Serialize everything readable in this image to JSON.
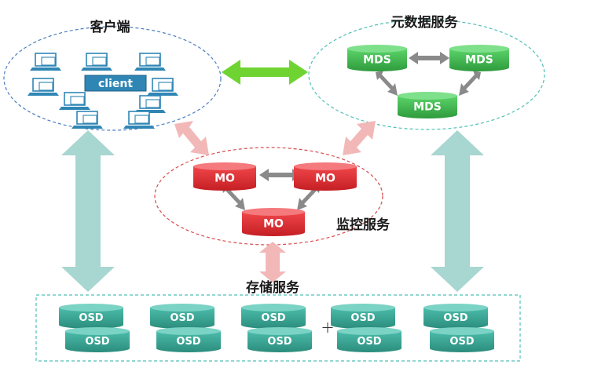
{
  "labels": {
    "client_group": "客户端",
    "metadata_service": "元数据服务",
    "monitor_service": "监控服务",
    "storage_service": "存储服务"
  },
  "client_label": "client",
  "mds_nodes": [
    "MDS",
    "MDS",
    "MDS"
  ],
  "mo_nodes": [
    "MO",
    "MO",
    "MO"
  ],
  "osd_nodes": [
    "OSD",
    "OSD",
    "OSD",
    "OSD",
    "OSD",
    "OSD",
    "OSD",
    "OSD",
    "OSD",
    "OSD"
  ],
  "colors": {
    "mds": "#3fb24a",
    "mo": "#d9262b",
    "osd": "#36a28f",
    "client": "#2f86b5",
    "double_arrow_green": "#6fd431",
    "arrow_pink": "#f2b8b8",
    "arrow_teal": "#a8d6d0",
    "dash_blue": "#4a7fc0",
    "dash_teal": "#4fc0b4",
    "dash_red": "#d94a4a"
  },
  "icons": [
    "laptop-icon",
    "database-cylinder-icon",
    "double-arrow-icon",
    "crosshair-cursor-icon"
  ]
}
